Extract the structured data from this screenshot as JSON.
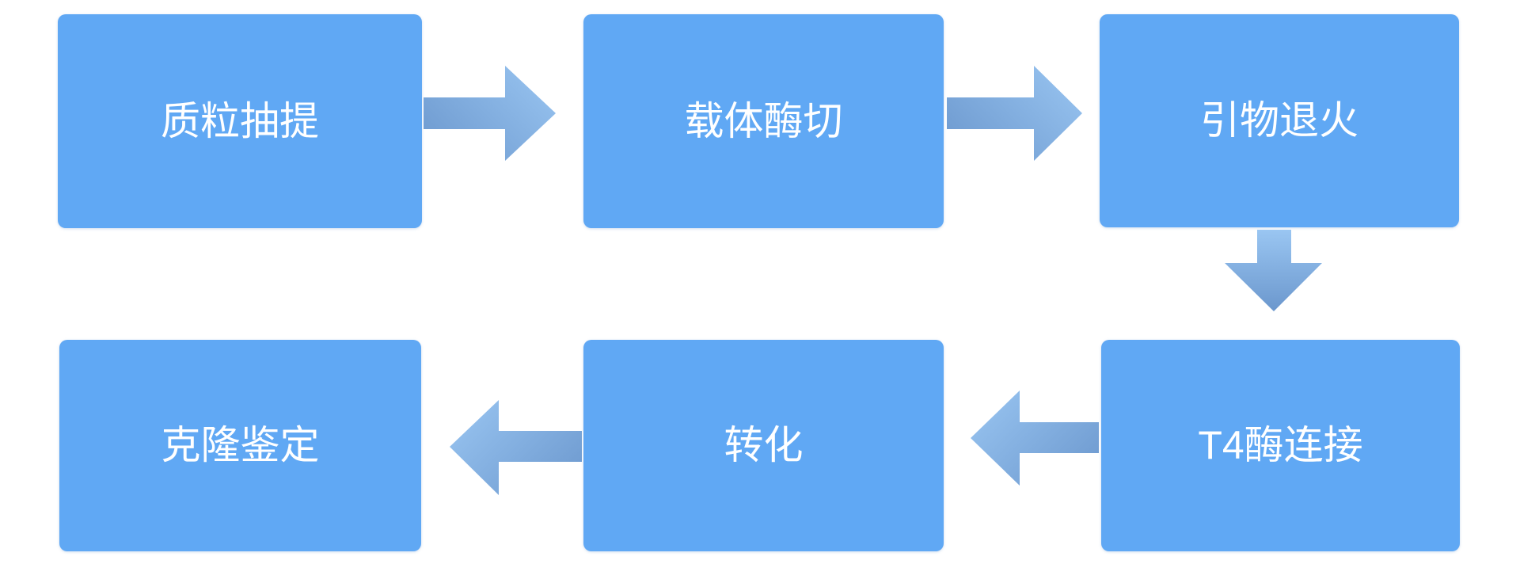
{
  "diagram": {
    "type": "process-flowchart",
    "language": "zh-CN",
    "colors": {
      "background": "#ffffff",
      "node_fill": "#60A8F4",
      "node_text": "#ffffff",
      "arrow_dark": "#6B97CD",
      "arrow_light": "#9AC6F2"
    },
    "nodes": [
      {
        "id": "step-1",
        "label": "质粒抽提"
      },
      {
        "id": "step-2",
        "label": "载体酶切"
      },
      {
        "id": "step-3",
        "label": "引物退火"
      },
      {
        "id": "step-4",
        "label": "T4酶连接"
      },
      {
        "id": "step-5",
        "label": "转化"
      },
      {
        "id": "step-6",
        "label": "克隆鉴定"
      }
    ],
    "connections": [
      {
        "from": "step-1",
        "to": "step-2",
        "direction": "right"
      },
      {
        "from": "step-2",
        "to": "step-3",
        "direction": "right"
      },
      {
        "from": "step-3",
        "to": "step-4",
        "direction": "down"
      },
      {
        "from": "step-4",
        "to": "step-5",
        "direction": "left"
      },
      {
        "from": "step-5",
        "to": "step-6",
        "direction": "left"
      }
    ]
  }
}
